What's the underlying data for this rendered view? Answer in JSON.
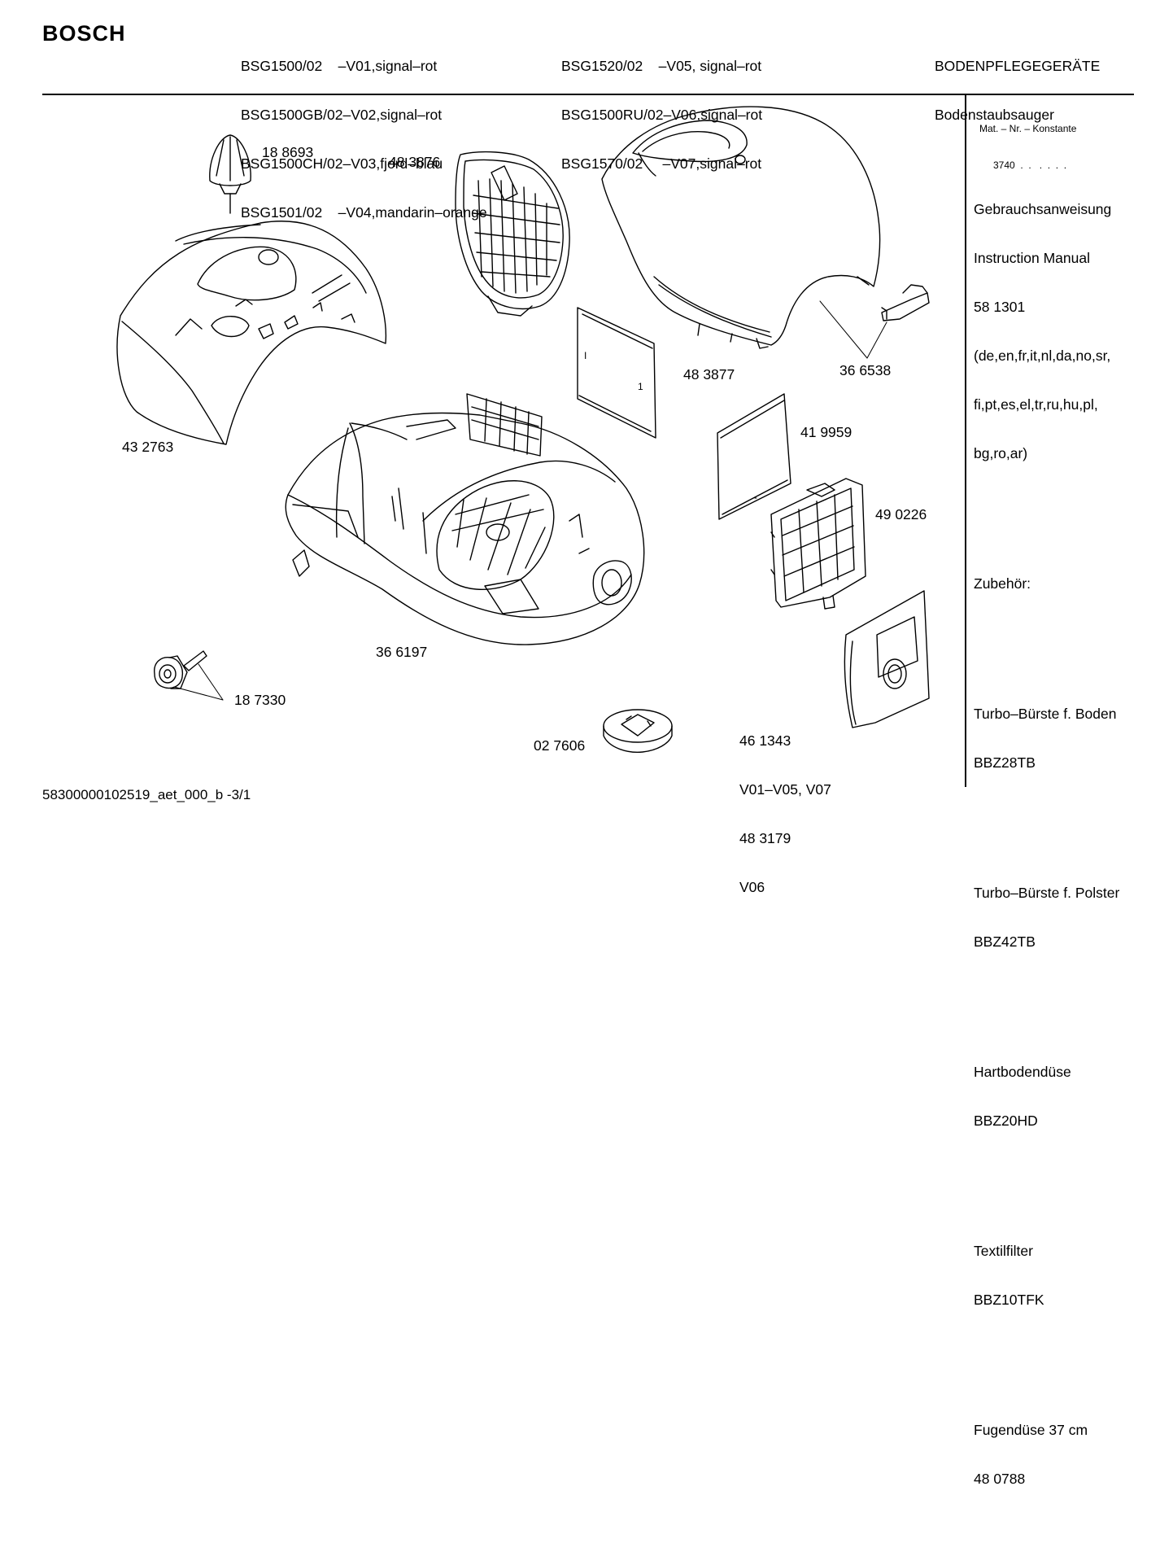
{
  "brand": "BOSCH",
  "models_left": [
    "BSG1500/02    –V01,signal–rot",
    "BSG1500GB/02–V02,signal–rot",
    "BSG1500CH/02–V03,fjord–blau",
    "BSG1501/02    –V04,mandarin–orange"
  ],
  "models_right": [
    "BSG1520/02    –V05, signal–rot",
    "BSG1500RU/02–V06,signal–rot",
    "BSG1570/02     –V07,signal–rot"
  ],
  "category": {
    "line1": "BODENPFLEGEGERÄTE",
    "line2": "Bodenstaubsauger"
  },
  "mat_nr": {
    "label": "Mat. – Nr. – Konstante",
    "value": "3740  .  .   .  .  .  ."
  },
  "sidebar": [
    {
      "lines": [
        "Gebrauchsanweisung",
        "Instruction Manual",
        "58 1301",
        "(de,en,fr,it,nl,da,no,sr,",
        "fi,pt,es,el,tr,ru,hu,pl,",
        "bg,ro,ar)"
      ]
    },
    {
      "lines": [
        "Zubehör:"
      ]
    },
    {
      "lines": [
        "Turbo–Bürste f. Boden",
        "BBZ28TB"
      ]
    },
    {
      "lines": [
        "Turbo–Bürste f. Polster",
        "BBZ42TB"
      ]
    },
    {
      "lines": [
        "Hartbodendüse",
        "BBZ20HD"
      ]
    },
    {
      "lines": [
        "Textilfilter",
        "BBZ10TFK"
      ]
    },
    {
      "lines": [
        "Fugendüse 37 cm",
        "48 0788"
      ]
    }
  ],
  "part_labels": {
    "p188693": "18 8693",
    "p483876": "48 3876",
    "p432763": "43 2763",
    "p483877": "48 3877",
    "p366538": "36 6538",
    "p419959": "41 9959",
    "p490226": "49 0226",
    "p366197": "36 6197",
    "p187330": "18 7330",
    "p461343": "46 1343",
    "v01v05v07": "V01–V05, V07",
    "p483179": "48 3179",
    "v06": "V06",
    "p027606": "02 7606"
  },
  "filter_marks": {
    "mark1": "I",
    "mark2": "1"
  },
  "footer": {
    "doc_id": "58300000102519_aet_000_b",
    "page": "-3/1"
  }
}
